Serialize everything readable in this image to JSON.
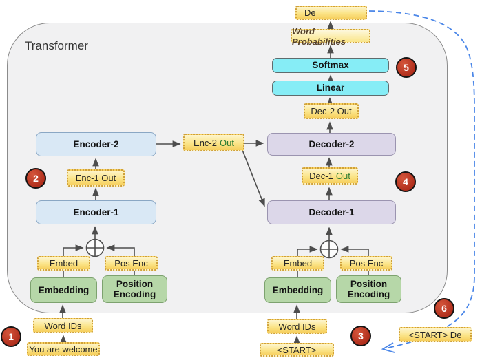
{
  "title": "Transformer",
  "nodes": {
    "de": "De",
    "word_probabilities": "Word Probabilities",
    "softmax": "Softmax",
    "linear": "Linear",
    "dec2_out": "Dec-2 Out",
    "decoder2": "Decoder-2",
    "dec1_out": {
      "main": "Dec-1",
      "accent": "Out"
    },
    "decoder1": "Decoder-1",
    "encoder2": "Encoder-2",
    "enc1_out": "Enc-1 Out",
    "encoder1": "Encoder-1",
    "enc2_out": {
      "main": "Enc-2",
      "accent": "Out"
    },
    "encoder_side": {
      "embed": "Embed",
      "pos_enc": "Pos Enc",
      "embedding": "Embedding",
      "position_encoding": "Position Encoding",
      "word_ids": "Word IDs",
      "input_sentence": "You are welcome"
    },
    "decoder_side": {
      "embed": "Embed",
      "pos_enc": "Pos Enc",
      "embedding": "Embedding",
      "position_encoding": "Position Encoding",
      "word_ids": "Word IDs",
      "start_token": "<START>",
      "feedback_input": "<START> De"
    }
  },
  "badges": [
    "1",
    "2",
    "3",
    "4",
    "5",
    "6"
  ],
  "colors": {
    "container_fill": "#f1f1f2",
    "encoder_box": "#d9e8f5",
    "decoder_box": "#dcd7e9",
    "embedding_box": "#b6d7a8",
    "output_box": "#86edf6",
    "ribbon_fill": "#fbe488",
    "ribbon_border": "#cfa03a",
    "badge_red": "#b02e1c",
    "arrow_gray": "#4d4d4d",
    "feedback_dashed_blue": "#4a86e8",
    "accent_text_green": "#2e7d32"
  }
}
